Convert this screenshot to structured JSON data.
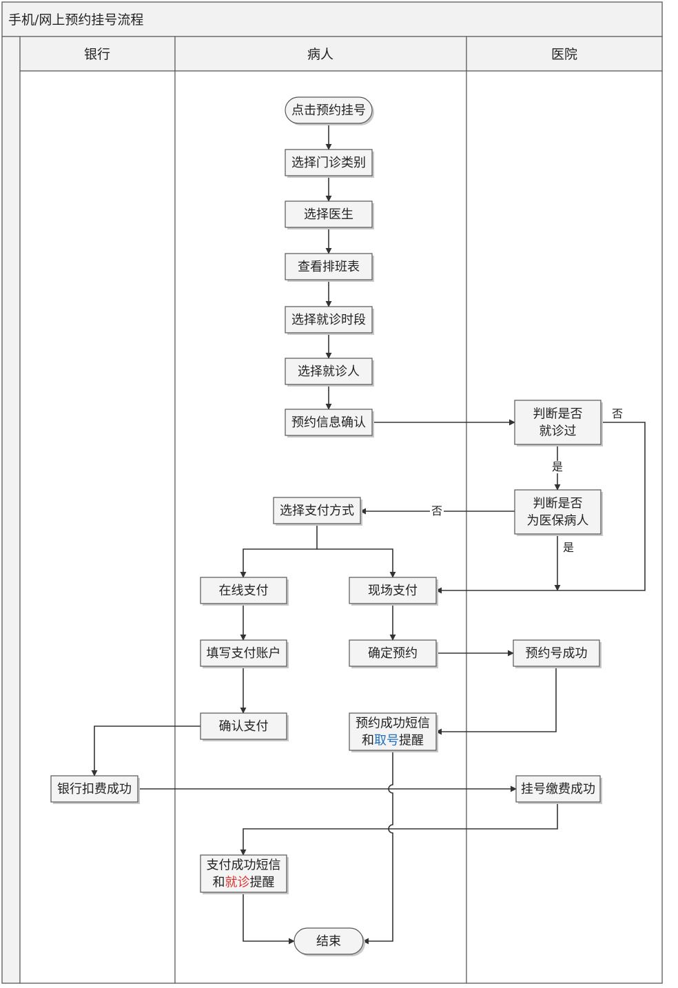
{
  "diagram": {
    "title": "手机/网上预约挂号流程",
    "lanes": [
      {
        "id": "bank",
        "label": "银行"
      },
      {
        "id": "patient",
        "label": "病人"
      },
      {
        "id": "hospital",
        "label": "医院"
      }
    ],
    "nodes": [
      {
        "id": "n1",
        "lane": "patient",
        "shape": "terminal",
        "lines": [
          [
            {
              "t": "点击预约挂号"
            }
          ]
        ]
      },
      {
        "id": "n2",
        "lane": "patient",
        "shape": "process",
        "lines": [
          [
            {
              "t": "选择门诊类别"
            }
          ]
        ]
      },
      {
        "id": "n3",
        "lane": "patient",
        "shape": "process",
        "lines": [
          [
            {
              "t": "选择医生"
            }
          ]
        ]
      },
      {
        "id": "n4",
        "lane": "patient",
        "shape": "process",
        "lines": [
          [
            {
              "t": "查看排班表"
            }
          ]
        ]
      },
      {
        "id": "n5",
        "lane": "patient",
        "shape": "process",
        "lines": [
          [
            {
              "t": "选择就诊时段"
            }
          ]
        ]
      },
      {
        "id": "n6",
        "lane": "patient",
        "shape": "process",
        "lines": [
          [
            {
              "t": "选择就诊人"
            }
          ]
        ]
      },
      {
        "id": "n7",
        "lane": "patient",
        "shape": "process",
        "lines": [
          [
            {
              "t": "预约信息确认"
            }
          ]
        ]
      },
      {
        "id": "h1",
        "lane": "hospital",
        "shape": "process",
        "lines": [
          [
            {
              "t": "判断是否"
            }
          ],
          [
            {
              "t": "就诊过"
            }
          ]
        ]
      },
      {
        "id": "h2",
        "lane": "hospital",
        "shape": "process",
        "lines": [
          [
            {
              "t": "判断是否"
            }
          ],
          [
            {
              "t": "为医保病人"
            }
          ]
        ]
      },
      {
        "id": "p8",
        "lane": "patient",
        "shape": "process",
        "lines": [
          [
            {
              "t": "选择支付方式"
            }
          ]
        ]
      },
      {
        "id": "p9",
        "lane": "patient",
        "shape": "process",
        "lines": [
          [
            {
              "t": "在线支付"
            }
          ]
        ]
      },
      {
        "id": "p10",
        "lane": "patient",
        "shape": "process",
        "lines": [
          [
            {
              "t": "现场支付"
            }
          ]
        ]
      },
      {
        "id": "p11",
        "lane": "patient",
        "shape": "process",
        "lines": [
          [
            {
              "t": "填写支付账户"
            }
          ]
        ]
      },
      {
        "id": "p12",
        "lane": "patient",
        "shape": "process",
        "lines": [
          [
            {
              "t": "确定预约"
            }
          ]
        ]
      },
      {
        "id": "h3",
        "lane": "hospital",
        "shape": "process",
        "lines": [
          [
            {
              "t": "预约号成功"
            }
          ]
        ]
      },
      {
        "id": "p13",
        "lane": "patient",
        "shape": "process",
        "lines": [
          [
            {
              "t": "确认支付"
            }
          ]
        ]
      },
      {
        "id": "p14",
        "lane": "patient",
        "shape": "process",
        "lines": [
          [
            {
              "t": "预约成功短信"
            }
          ],
          [
            {
              "t": "和"
            },
            {
              "t": "取号",
              "hl": "blue"
            },
            {
              "t": "提醒"
            }
          ]
        ]
      },
      {
        "id": "b1",
        "lane": "bank",
        "shape": "process",
        "lines": [
          [
            {
              "t": "银行扣费成功"
            }
          ]
        ]
      },
      {
        "id": "h4",
        "lane": "hospital",
        "shape": "process",
        "lines": [
          [
            {
              "t": "挂号缴费成功"
            }
          ]
        ]
      },
      {
        "id": "p15",
        "lane": "patient",
        "shape": "process",
        "lines": [
          [
            {
              "t": "支付成功短信"
            }
          ],
          [
            {
              "t": "和"
            },
            {
              "t": "就诊",
              "hl": "red"
            },
            {
              "t": "提醒"
            }
          ]
        ]
      },
      {
        "id": "end",
        "lane": "patient",
        "shape": "terminal",
        "lines": [
          [
            {
              "t": "结束"
            }
          ]
        ]
      }
    ],
    "edges": [
      {
        "id": "e1",
        "from": "n1",
        "to": "n2",
        "label": ""
      },
      {
        "id": "e2",
        "from": "n2",
        "to": "n3",
        "label": ""
      },
      {
        "id": "e3",
        "from": "n3",
        "to": "n4",
        "label": ""
      },
      {
        "id": "e4",
        "from": "n4",
        "to": "n5",
        "label": ""
      },
      {
        "id": "e5",
        "from": "n5",
        "to": "n6",
        "label": ""
      },
      {
        "id": "e6",
        "from": "n6",
        "to": "n7",
        "label": ""
      },
      {
        "id": "e7",
        "from": "n7",
        "to": "h1",
        "label": ""
      },
      {
        "id": "e8",
        "from": "h1",
        "to": "h2",
        "label": "是"
      },
      {
        "id": "e9",
        "from": "h2",
        "to": "p8",
        "label": "否"
      },
      {
        "id": "e10",
        "from": "h1",
        "to": "p10",
        "label": "否"
      },
      {
        "id": "e11",
        "from": "h2",
        "to": "p10",
        "label": "是"
      },
      {
        "id": "e12",
        "from": "p8",
        "to": "p9",
        "label": ""
      },
      {
        "id": "e13",
        "from": "p8",
        "to": "p10",
        "label": ""
      },
      {
        "id": "e14",
        "from": "p9",
        "to": "p11",
        "label": ""
      },
      {
        "id": "e15",
        "from": "p10",
        "to": "p12",
        "label": ""
      },
      {
        "id": "e16",
        "from": "p12",
        "to": "h3",
        "label": ""
      },
      {
        "id": "e17",
        "from": "p11",
        "to": "p13",
        "label": ""
      },
      {
        "id": "e18",
        "from": "h3",
        "to": "p14",
        "label": ""
      },
      {
        "id": "e19",
        "from": "p13",
        "to": "b1",
        "label": ""
      },
      {
        "id": "e20",
        "from": "b1",
        "to": "h4",
        "label": ""
      },
      {
        "id": "e21",
        "from": "h4",
        "to": "p15",
        "label": ""
      },
      {
        "id": "e22",
        "from": "p15",
        "to": "end",
        "label": ""
      },
      {
        "id": "e23",
        "from": "p14",
        "to": "end",
        "label": ""
      }
    ]
  },
  "colors": {
    "border": "#555555",
    "header_fill": "#f2f2f2",
    "node_fill": "#f4f4f4",
    "highlight_blue": "#1f6fbf",
    "highlight_red": "#e03030"
  }
}
